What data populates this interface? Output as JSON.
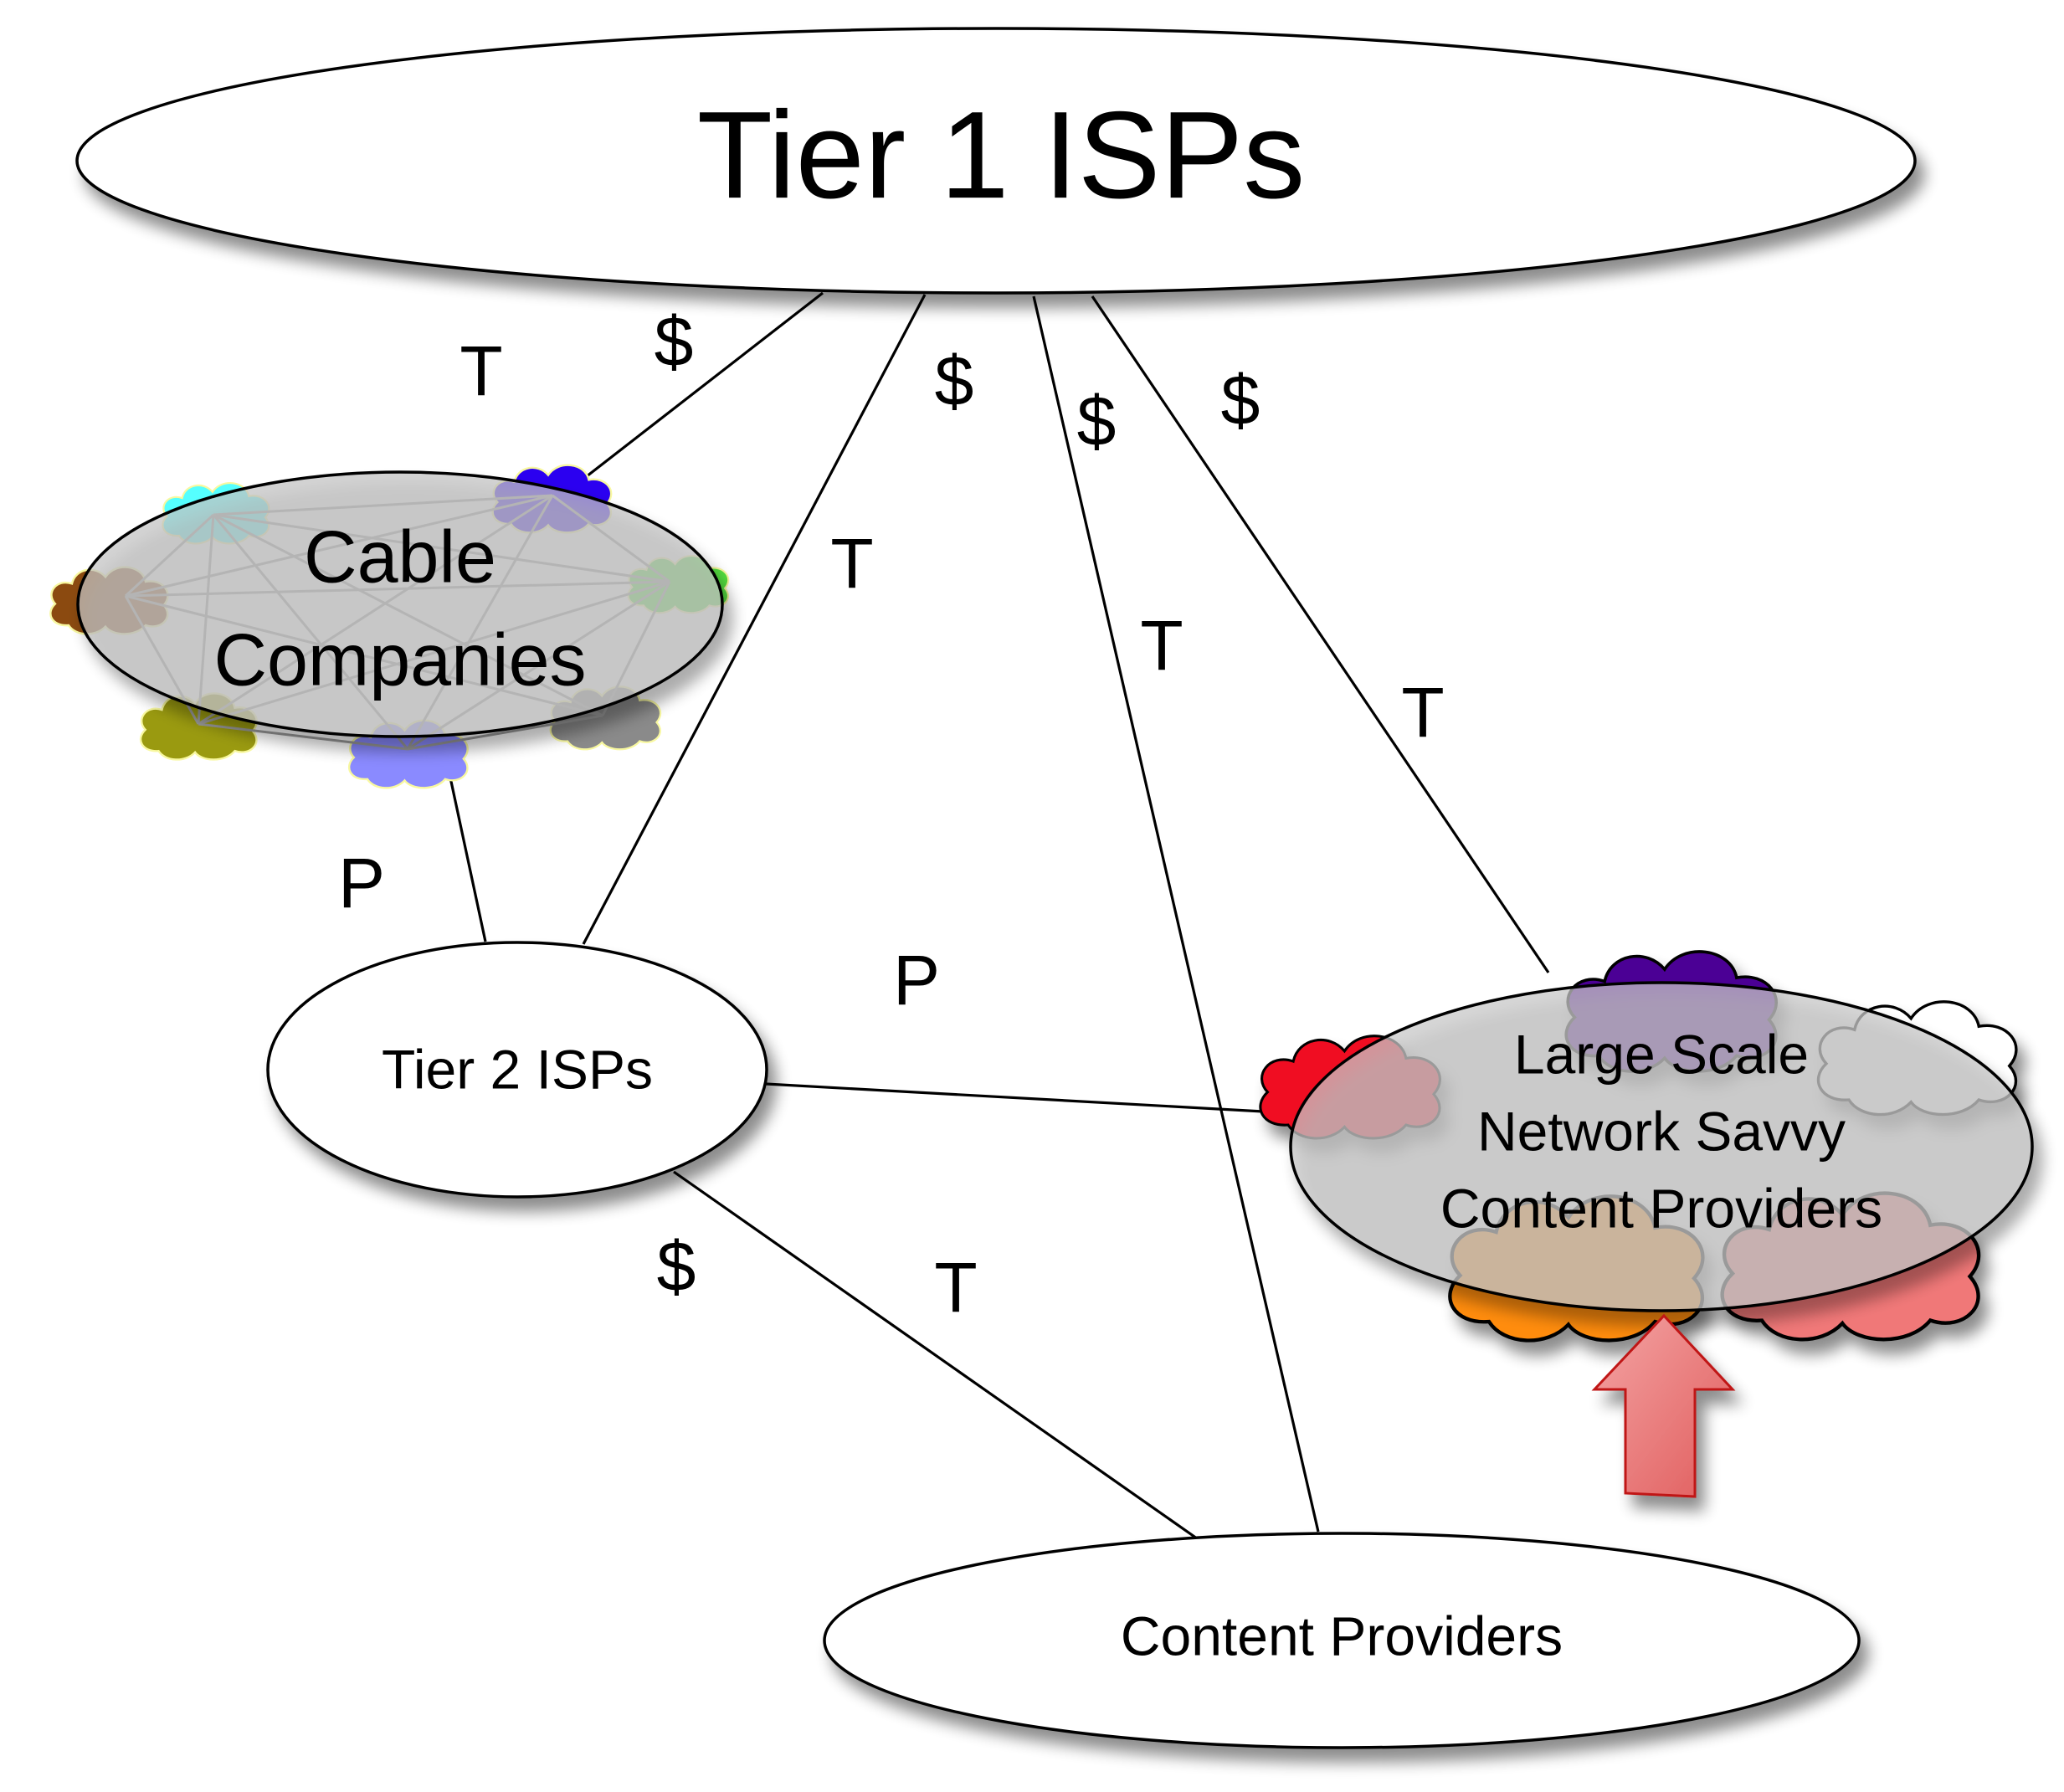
{
  "nodes": {
    "tier1": {
      "label": "Tier 1 ISPs"
    },
    "cable": {
      "label_lines": [
        "Cable",
        "Companies"
      ]
    },
    "tier2": {
      "label": "Tier 2 ISPs"
    },
    "large_scale": {
      "label_lines": [
        "Large Scale",
        "Network Savvy",
        "Content Providers"
      ]
    },
    "content": {
      "label": "Content Providers"
    }
  },
  "edges": [
    {
      "id": "tier1-cable",
      "labels": [
        "T",
        "$"
      ]
    },
    {
      "id": "tier1-tier2",
      "labels": [
        "$",
        "T"
      ]
    },
    {
      "id": "tier1-content",
      "labels": [
        "$",
        "T"
      ]
    },
    {
      "id": "tier1-large",
      "labels": [
        "$",
        "T"
      ]
    },
    {
      "id": "cable-tier2",
      "labels": [
        "P"
      ]
    },
    {
      "id": "tier2-large",
      "labels": [
        "P"
      ]
    },
    {
      "id": "tier2-content",
      "labels": [
        "$",
        "T"
      ]
    }
  ],
  "cloud_colors": {
    "cable": [
      "#55ffff",
      "#2b00f0",
      "#8b4a10",
      "#55e040",
      "#9a9a10",
      "#8a8aff",
      "#8a8a8a"
    ],
    "large_scale": [
      "#4b0095",
      "#ffffff",
      "#f01020",
      "#ff8c10",
      "#f07878"
    ]
  },
  "arrow": {
    "icon": "up-arrow-icon",
    "color": "#e35a5a"
  }
}
